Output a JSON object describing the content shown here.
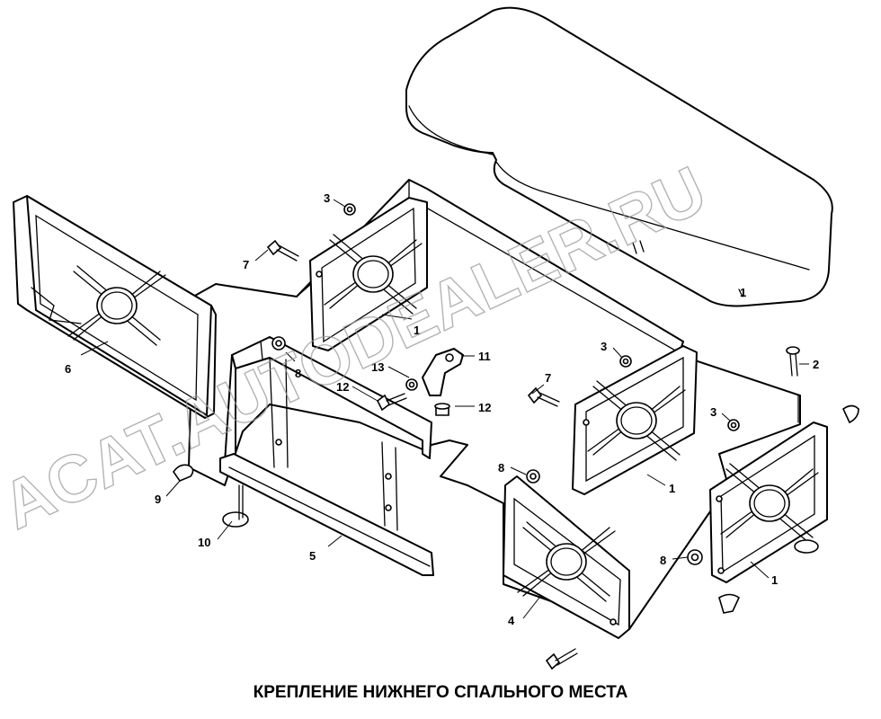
{
  "title": "КРЕПЛЕНИЕ НИЖНЕГО СПАЛЬНОГО МЕСТА",
  "watermark": "ACAT.AUTODEALER.RU",
  "callouts": [
    {
      "id": "c1a",
      "text": "1"
    },
    {
      "id": "c1b",
      "text": "1"
    },
    {
      "id": "c1c",
      "text": "1"
    },
    {
      "id": "c1d",
      "text": "1"
    },
    {
      "id": "c2",
      "text": "2"
    },
    {
      "id": "c3a",
      "text": "3"
    },
    {
      "id": "c3b",
      "text": "3"
    },
    {
      "id": "c3c",
      "text": "3"
    },
    {
      "id": "c4",
      "text": "4"
    },
    {
      "id": "c5",
      "text": "5"
    },
    {
      "id": "c6",
      "text": "6"
    },
    {
      "id": "c7a",
      "text": "7"
    },
    {
      "id": "c7b",
      "text": "7"
    },
    {
      "id": "c8a",
      "text": "8"
    },
    {
      "id": "c8b",
      "text": "8"
    },
    {
      "id": "c8c",
      "text": "8"
    },
    {
      "id": "c9",
      "text": "9"
    },
    {
      "id": "c10",
      "text": "10"
    },
    {
      "id": "c11",
      "text": "11"
    },
    {
      "id": "c12a",
      "text": "12"
    },
    {
      "id": "c12b",
      "text": "12"
    },
    {
      "id": "c13",
      "text": "13"
    }
  ],
  "colors": {
    "line": "#000000",
    "background": "#ffffff",
    "watermark": "#9a9a9a"
  }
}
